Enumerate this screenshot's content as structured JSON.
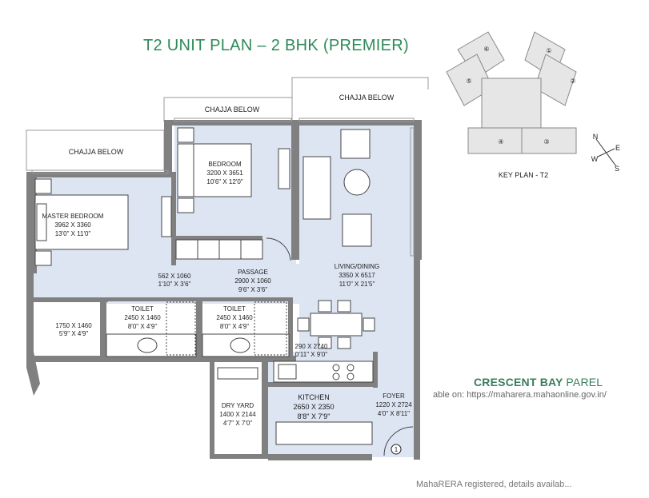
{
  "title": "T2 UNIT PLAN – 2 BHK (PREMIER)",
  "key_plan": {
    "label": "KEY PLAN  - T2",
    "units": [
      "⑥",
      "①",
      "⑤",
      "②",
      "④",
      "③"
    ],
    "compass": {
      "n": "N",
      "e": "E",
      "w": "W",
      "s": "S"
    }
  },
  "chajja": {
    "top_left": "CHAJJA BELOW",
    "top_mid": "CHAJJA BELOW",
    "top_right": "CHAJJA BELOW"
  },
  "rooms": {
    "master_bedroom": {
      "name": "MASTER BEDROOM",
      "mm": "3962 X 3360",
      "ft": "13'0\" X 11'0\""
    },
    "bedroom": {
      "name": "BEDROOM",
      "mm": "3200 X 3651",
      "ft": "10'6\" X 12'0\""
    },
    "closet": {
      "mm": "562 X 1060",
      "ft": "1'10\" X 3'6\""
    },
    "passage": {
      "name": "PASSAGE",
      "mm": "2900 X 1060",
      "ft": "9'6\" X 3'6\""
    },
    "living": {
      "name": "LIVING/DINING",
      "mm": "3350 X 6517",
      "ft": "11'0\" X 21'5\""
    },
    "balcony": {
      "mm": "1750 X 1460",
      "ft": "5'9\" X 4'9\""
    },
    "toilet1": {
      "name": "TOILET",
      "mm": "2450 X 1460",
      "ft": "8'0\" X 4'9\""
    },
    "toilet2": {
      "name": "TOILET",
      "mm": "2450 X 1460",
      "ft": "8'0\" X 4'9\""
    },
    "niche": {
      "mm": "290 X 2740",
      "ft": "0'11\" X 9'0\""
    },
    "dry_yard": {
      "name": "DRY YARD",
      "mm": "1400 X 2144",
      "ft": "4'7\" X 7'0\""
    },
    "kitchen": {
      "name": "KITCHEN",
      "mm": "2650 X 2350",
      "ft": "8'8\" X 7'9\""
    },
    "foyer": {
      "name": "FOYER",
      "mm": "1220 X 2724",
      "ft": "4'0\" X 8'11\""
    }
  },
  "entry_marker": "1",
  "brand": {
    "name": "CRESCENT BAY",
    "sub": "PAREL"
  },
  "footer": {
    "line1": "able on: https://maharera.mahaonline.gov.in/",
    "line2": "MahaRERA registered, details availab..."
  },
  "colors": {
    "floor": "#dde4f2",
    "wall": "#808080",
    "title": "#2e8a57",
    "brand": "#3a7d5d"
  }
}
